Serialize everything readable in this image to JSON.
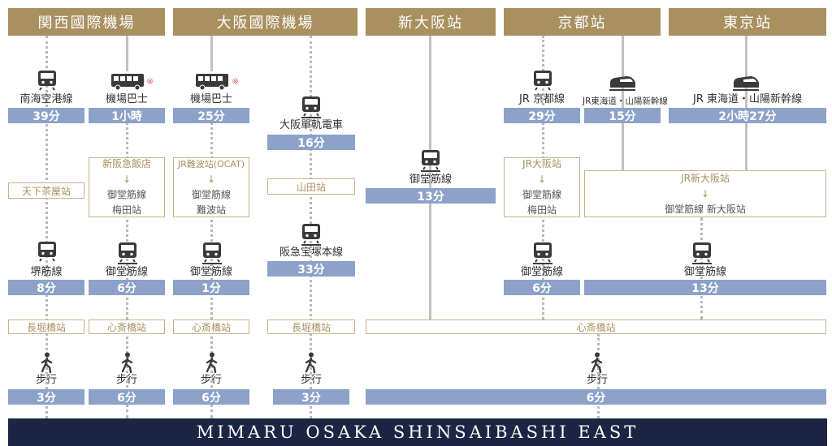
{
  "headers": [
    "関西國際機場",
    "大阪國際機場",
    "新大阪站",
    "京都站",
    "東京站"
  ],
  "col1a": {
    "line": "南海空港線",
    "time": "39分",
    "transfer": "天下茶屋站",
    "line2": "堺筋線",
    "time2": "8分",
    "station": "長堀橋站",
    "walk_label": "步行",
    "walk_time": "3分"
  },
  "col1b": {
    "line": "機場巴士",
    "note": "※",
    "time": "1小時",
    "transfer_from": "新阪急飯店",
    "arrow": "↓",
    "transfer_to": "御堂筋線",
    "transfer_station": "梅田站",
    "line2": "御堂筋線",
    "time2": "6分",
    "station": "心斎橋站",
    "walk_label": "步行",
    "walk_time": "6分"
  },
  "col2": {
    "line": "機場巴士",
    "note": "※",
    "time": "25分",
    "transfer_from": "JR難波站(OCAT)",
    "arrow": "↓",
    "transfer_to": "御堂筋線",
    "transfer_station": "難波站",
    "line2": "御堂筋線",
    "time2": "1分",
    "station": "心斎橋站",
    "walk_label": "步行",
    "walk_time": "6分"
  },
  "col3": {
    "line": "大阪單軌電車",
    "time": "16分",
    "transfer": "山田站",
    "line2": "阪急宝塚本線",
    "time2": "33分",
    "station": "長堀橋站",
    "walk_label": "步行",
    "walk_time": "3分"
  },
  "col4": {
    "line": "御堂筋線",
    "time": "13分"
  },
  "col5a": {
    "line": "JR 京都線",
    "time": "29分",
    "transfer_from": "JR大阪站",
    "arrow": "↓",
    "transfer_to": "御堂筋線",
    "transfer_station": "梅田站",
    "line2": "御堂筋線",
    "time2": "6分"
  },
  "col5b": {
    "line": "JR東海道・山陽新幹線",
    "time": "15分"
  },
  "col6": {
    "line": "JR 東海道・山陽新幹線",
    "time": "2小時27分",
    "line2": "御堂筋線",
    "time2": "13分"
  },
  "shinkansen_transfer": {
    "from": "JR新大阪站",
    "arrow": "↓",
    "to": "御堂筋線 新大阪站"
  },
  "shared": {
    "station": "心斎橋站",
    "walk_label": "步行",
    "walk_time": "6分"
  },
  "footer": "MIMARU OSAKA SHINSAIBASHI EAST",
  "icons": [
    "train-icon",
    "bus-icon",
    "shinkansen-icon",
    "walk-icon"
  ],
  "colors": {
    "header": "#a8905f",
    "time_bar": "#8da2c8",
    "station_border": "#c9b287",
    "footer": "#1d2544",
    "note": "#e06060"
  }
}
